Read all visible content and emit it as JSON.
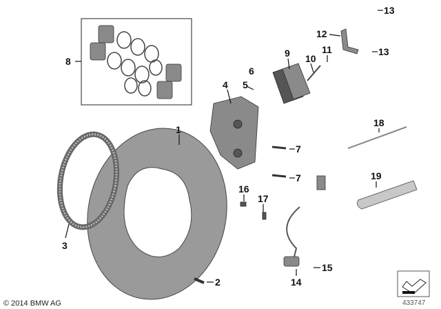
{
  "callouts": {
    "c1": "1",
    "c2": "2",
    "c3": "3",
    "c4": "4",
    "c5": "5",
    "c6": "6",
    "c7a": "7",
    "c7b": "7",
    "c8": "8",
    "c9": "9",
    "c10": "10",
    "c11": "11",
    "c12": "12",
    "c13a": "13",
    "c13b": "13",
    "c14": "14",
    "c15": "15",
    "c16": "16",
    "c17": "17",
    "c18": "18",
    "c19": "19"
  },
  "footer": {
    "copyright": "© 2014 BMW AG",
    "diagram_number": "433747"
  },
  "icons": {
    "corner": "arrow-back-icon"
  }
}
